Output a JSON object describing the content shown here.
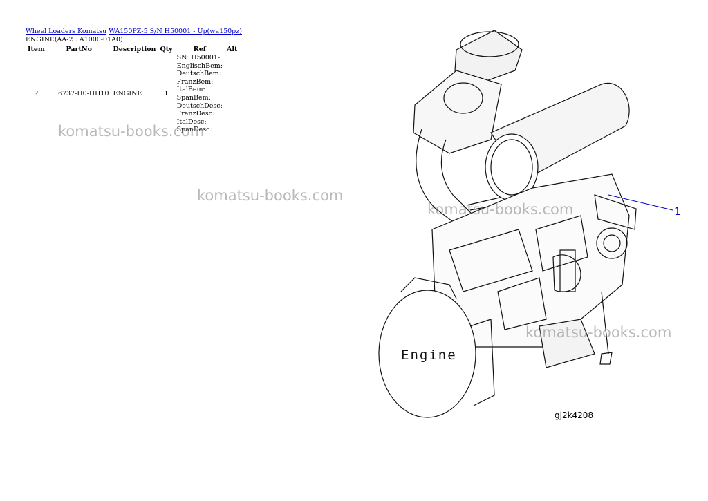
{
  "breadcrumb": {
    "link1": "Wheel Loaders Komatsu",
    "link2": "WA150PZ-5 S/N H50001 - Up(wa150pz)"
  },
  "subtitle": "ENGINE(AA-2 : A1000-01A0)",
  "table": {
    "headers": [
      "Item",
      "PartNo",
      "Description",
      "Qty",
      "Ref",
      "Alt"
    ],
    "rows": [
      {
        "item": "?",
        "part_no": "6737-H0-HH10",
        "description": "ENGINE",
        "qty": "1",
        "ref_lines": [
          "SN: H50001-",
          "EnglischBem:",
          "DeutschBem:",
          "FranzBem:",
          "ItalBem:",
          "SpanBem:",
          "DeutschDesc:",
          "FranzDesc:",
          "ItalDesc:",
          "SpanDesc:"
        ],
        "alt": ""
      }
    ]
  },
  "watermark": "komatsu-books.com",
  "drawing": {
    "label": "Engine",
    "code": "gj2k4208",
    "callout": "1"
  }
}
